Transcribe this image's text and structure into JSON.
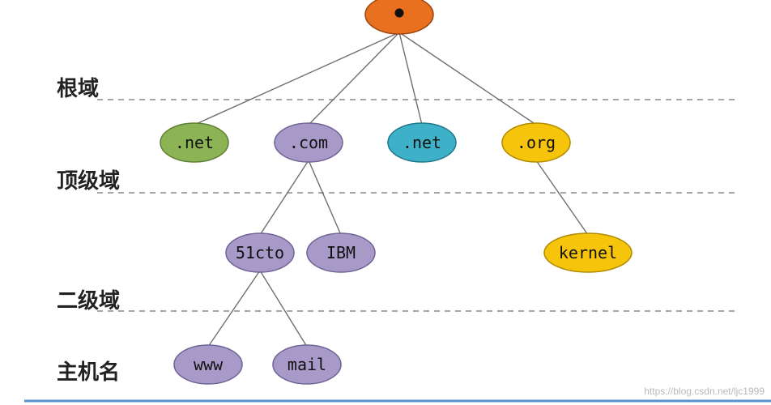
{
  "levels": [
    {
      "key": "root",
      "label": "根域"
    },
    {
      "key": "tld",
      "label": "顶级域"
    },
    {
      "key": "sld",
      "label": "二级域"
    },
    {
      "key": "host",
      "label": "主机名"
    }
  ],
  "nodes": [
    {
      "id": "root",
      "label": "•",
      "color": "#E8701F",
      "stroke": "#9a4510"
    },
    {
      "id": "net1",
      "label": ".net",
      "color": "#8DB454",
      "stroke": "#5e7d33"
    },
    {
      "id": "com",
      "label": ".com",
      "color": "#A89AC8",
      "stroke": "#6f6496"
    },
    {
      "id": "net2",
      "label": ".net",
      "color": "#3DB1C8",
      "stroke": "#22788a"
    },
    {
      "id": "org",
      "label": ".org",
      "color": "#F7C40C",
      "stroke": "#b08a00"
    },
    {
      "id": "51cto",
      "label": "51cto",
      "color": "#A89AC8",
      "stroke": "#6f6496"
    },
    {
      "id": "ibm",
      "label": "IBM",
      "color": "#A89AC8",
      "stroke": "#6f6496"
    },
    {
      "id": "kernel",
      "label": "kernel",
      "color": "#F7C40C",
      "stroke": "#b08a00"
    },
    {
      "id": "www",
      "label": "www",
      "color": "#A89AC8",
      "stroke": "#6f6496"
    },
    {
      "id": "mail",
      "label": "mail",
      "color": "#A89AC8",
      "stroke": "#6f6496"
    }
  ],
  "edges": [
    [
      "root",
      "net1"
    ],
    [
      "root",
      "com"
    ],
    [
      "root",
      "net2"
    ],
    [
      "root",
      "org"
    ],
    [
      "com",
      "51cto"
    ],
    [
      "com",
      "ibm"
    ],
    [
      "org",
      "kernel"
    ],
    [
      "51cto",
      "www"
    ],
    [
      "51cto",
      "mail"
    ]
  ],
  "watermark": "https://blog.csdn.net/ljc1999",
  "colors": {
    "bottom_rule": "#5B8FD0",
    "separator": "#8a8a8a"
  }
}
